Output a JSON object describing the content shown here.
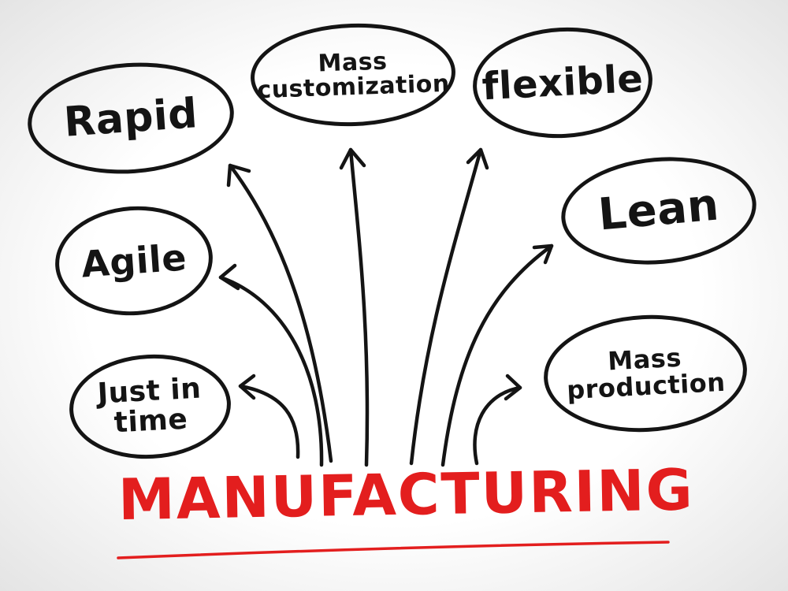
{
  "central_topic": "MANUFACTURING",
  "nodes": [
    {
      "id": "rapid",
      "lines": [
        "Rapid"
      ]
    },
    {
      "id": "mass-customization",
      "lines": [
        "Mass",
        "customization"
      ]
    },
    {
      "id": "flexible",
      "lines": [
        "flexible"
      ]
    },
    {
      "id": "lean",
      "lines": [
        "Lean"
      ]
    },
    {
      "id": "agile",
      "lines": [
        "Agile"
      ]
    },
    {
      "id": "mass-production",
      "lines": [
        "Mass",
        "production"
      ]
    },
    {
      "id": "just-in-time",
      "lines": [
        "Just in",
        "time"
      ]
    }
  ],
  "colors": {
    "ink": "#141414",
    "accent": "#e31e1e"
  },
  "icons": [
    "arrow-icon"
  ]
}
